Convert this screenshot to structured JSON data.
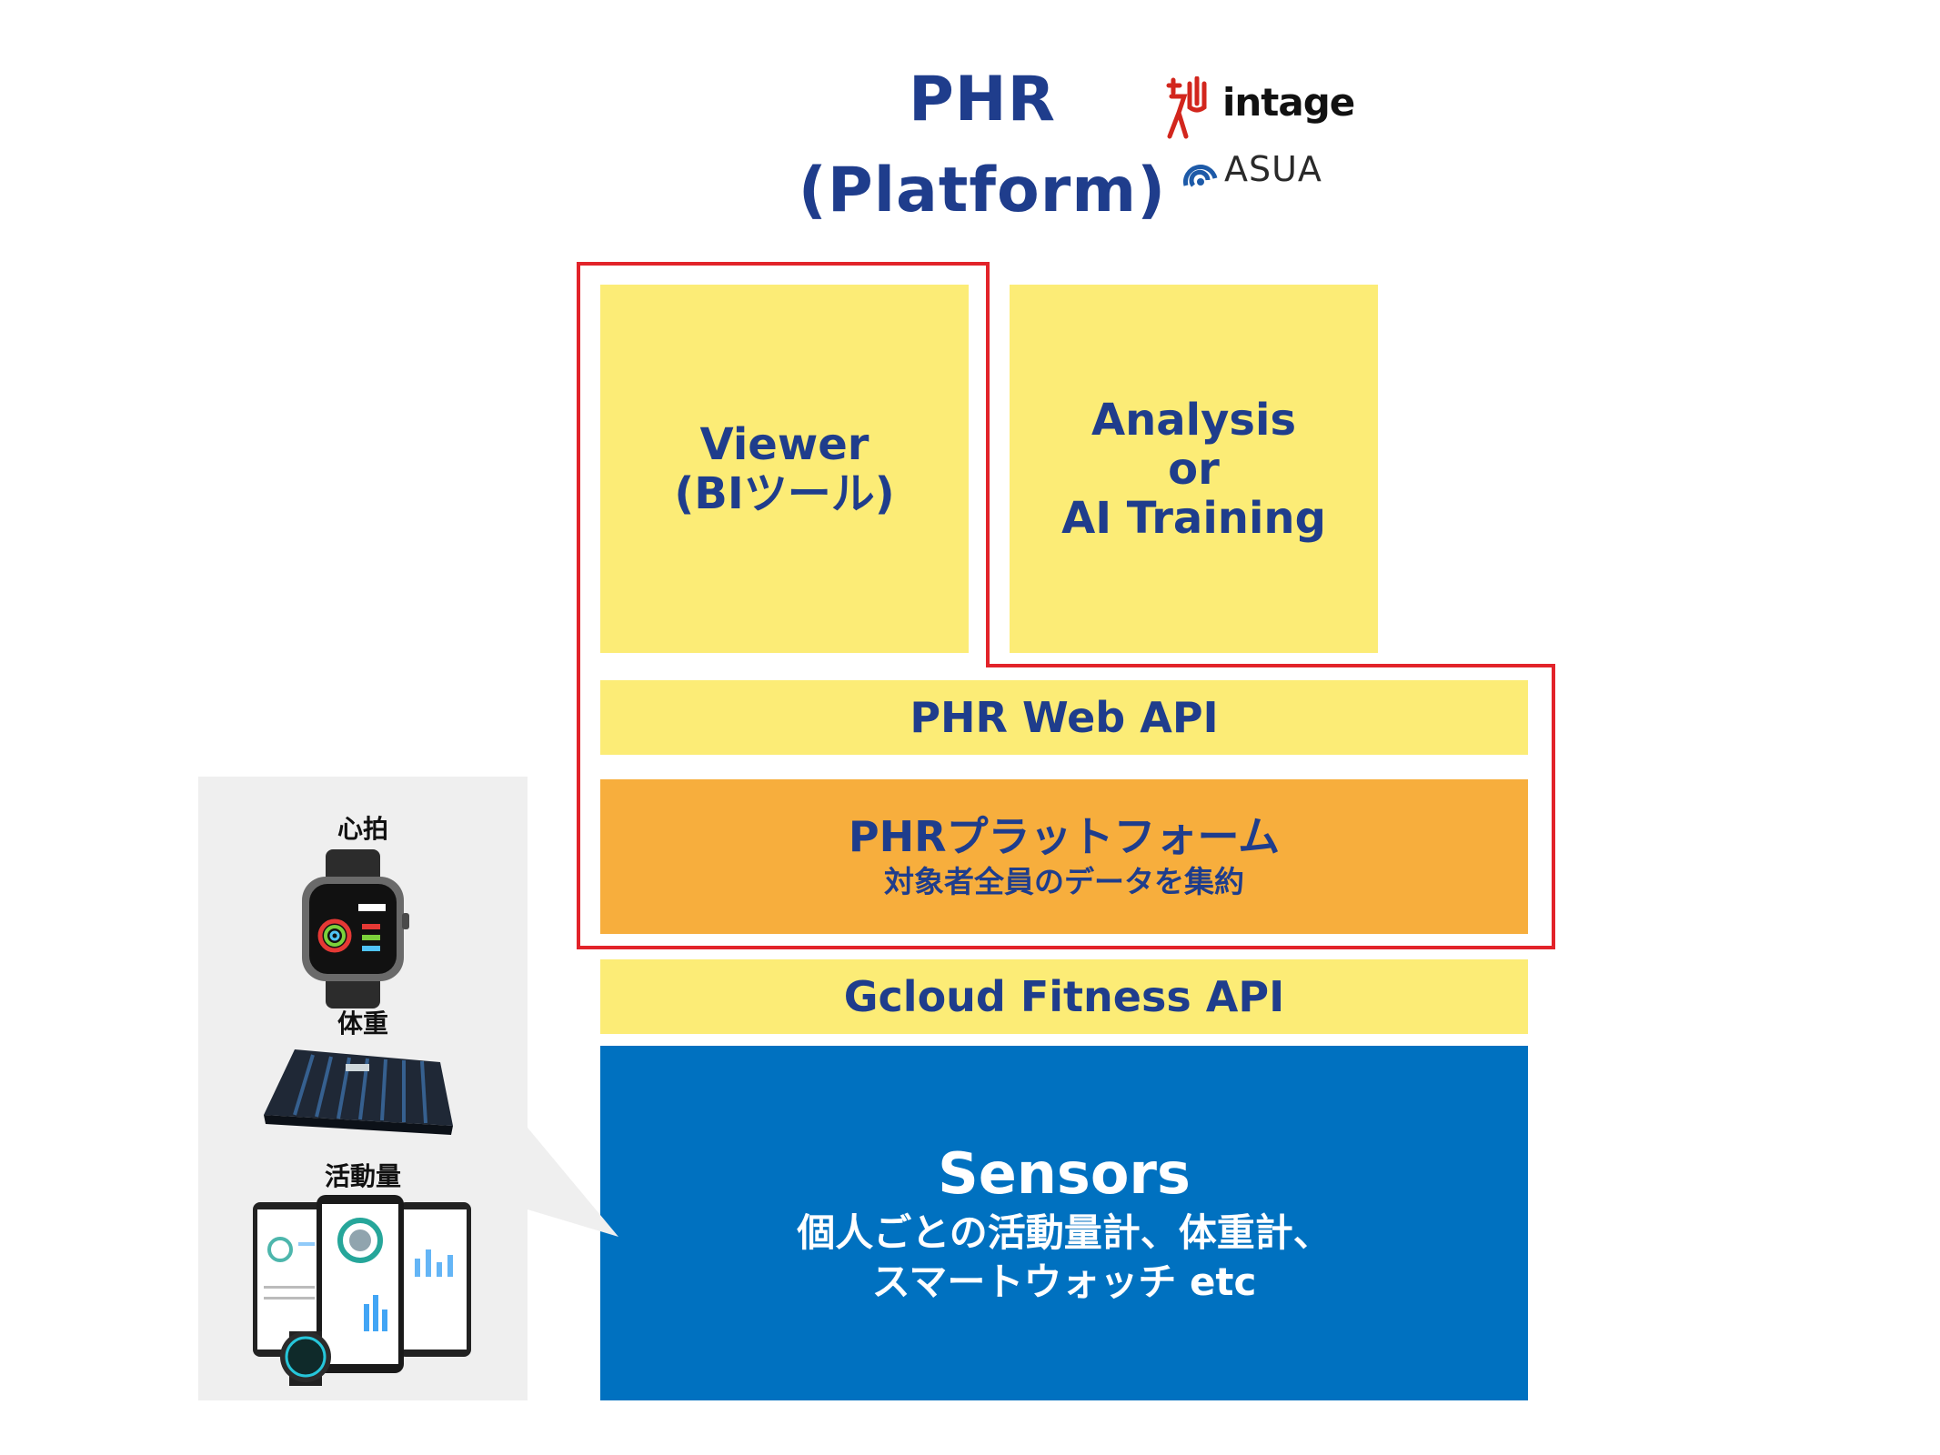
{
  "header": {
    "title_line1": "PHR",
    "title_line2": "(Platform)",
    "logo_intage_text": "intage",
    "logo_asua_text": "ASUA"
  },
  "layers": {
    "viewer": {
      "line1": "Viewer",
      "line2": "(BIツール)"
    },
    "analysis": {
      "line1": "Analysis",
      "line2": "or",
      "line3": "AI Training"
    },
    "web_api": "PHR Web API",
    "platform": {
      "line1": "PHRプラットフォーム",
      "line2": "対象者全員のデータを集約"
    },
    "gcloud": "Gcloud Fitness API",
    "sensors": {
      "line1": "Sensors",
      "line2": "個人ごとの活動量計、体重計、",
      "line3": "スマートウォッチ etc"
    }
  },
  "devices": {
    "heart_rate": "心拍",
    "weight": "体重",
    "activity": "活動量"
  },
  "colors": {
    "yellow": "#fcec76",
    "orange": "#f7ae3d",
    "blue": "#0071c0",
    "navy_text": "#1f3d8c",
    "highlight_red": "#e2232a",
    "panel_gray": "#efefef"
  }
}
